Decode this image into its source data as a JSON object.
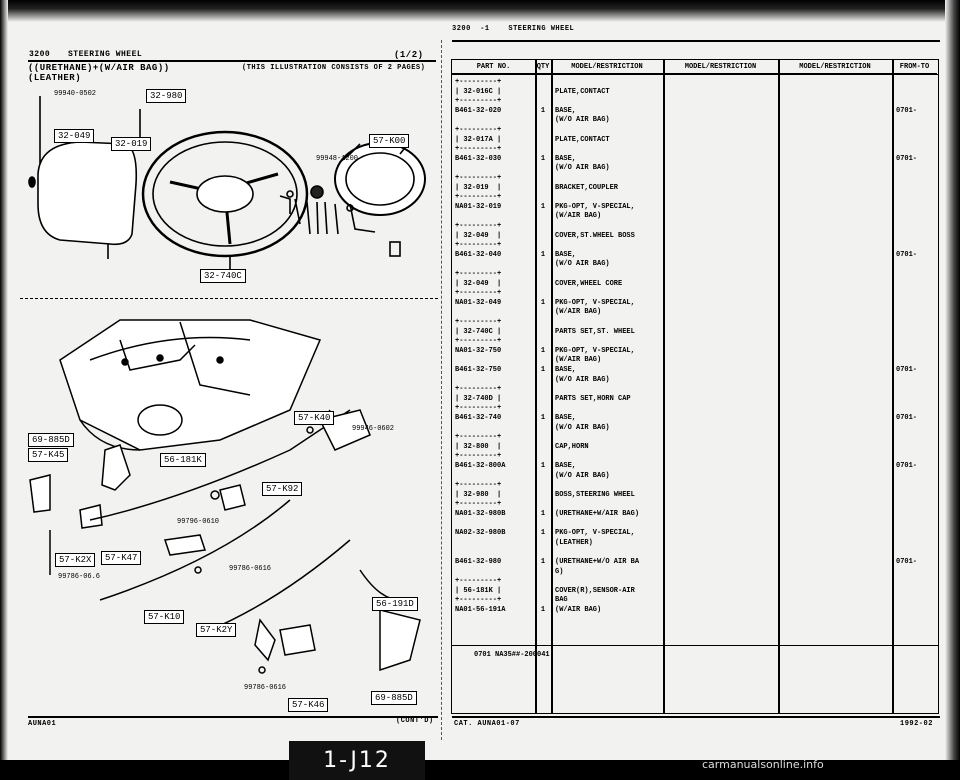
{
  "left_page": {
    "section_code": "3200",
    "section_title": "STEERING WHEEL",
    "page_fraction": "(1/2)",
    "subtitle_line1": "((URETHANE)+(W/AIR BAG))",
    "subtitle_line2": "(LEATHER)",
    "note": "(THIS ILLUSTRATION CONSISTS OF 2 PAGES)",
    "footer_code": "AUNA01",
    "footer_cont": "(CONT'D)"
  },
  "diagram_labels": {
    "ref_32_980": "32-980",
    "ref_32_049": "32-049",
    "ref_32_019": "32-019",
    "ref_57_K00": "57-K00",
    "ref_32_740C": "32-740C",
    "ref_57_K40": "57-K40",
    "ref_69_885D": "69-885D",
    "ref_57_K45": "57-K45",
    "ref_56_181K": "56-181K",
    "ref_57_K92": "57-K92",
    "ref_57_K2X": "57-K2X",
    "ref_57_K47": "57-K47",
    "ref_57_K10": "57-K10",
    "ref_57_K2Y": "57-K2Y",
    "ref_56_191D": "56-191D",
    "ref_57_K46": "57-K46",
    "ref_69_885D_b": "69-885D",
    "pn_99940": "99940-0502",
    "pn_99948": "99948-1200",
    "pn_99946": "99946-0602",
    "pn_99796": "99796-0610",
    "pn_99786_066": "99786-06.6",
    "pn_99786_0616a": "99786-0616",
    "pn_99786_0616b": "99786-0616"
  },
  "right_page": {
    "header": "3200  -1    STEERING WHEEL",
    "columns": {
      "part_no": "PART NO.",
      "qty": "QTY",
      "mr1": "MODEL/RESTRICTION",
      "mr2": "MODEL/RESTRICTION",
      "mr3": "MODEL/RESTRICTION",
      "from_to": "FROM-TO"
    },
    "footnote": "0701 NA35##-200041",
    "footer_cat": "CAT. AUNA01-07",
    "footer_year": "1992-02"
  },
  "rows": [
    {
      "pn": "+---------+",
      "qty": "",
      "desc": "",
      "from": ""
    },
    {
      "pn": "| 32-016C |",
      "qty": "",
      "desc": "PLATE,CONTACT",
      "from": ""
    },
    {
      "pn": "+---------+",
      "qty": "",
      "desc": "",
      "from": ""
    },
    {
      "pn": "B461-32-020",
      "qty": "1",
      "desc": "BASE,",
      "from": "0701-"
    },
    {
      "pn": "",
      "qty": "",
      "desc": "(W/O AIR BAG)",
      "from": ""
    },
    {
      "pn": "+---------+",
      "qty": "",
      "desc": "",
      "from": ""
    },
    {
      "pn": "| 32-017A |",
      "qty": "",
      "desc": "PLATE,CONTACT",
      "from": ""
    },
    {
      "pn": "+---------+",
      "qty": "",
      "desc": "",
      "from": ""
    },
    {
      "pn": "B461-32-030",
      "qty": "1",
      "desc": "BASE,",
      "from": "0701-"
    },
    {
      "pn": "",
      "qty": "",
      "desc": "(W/O AIR BAG)",
      "from": ""
    },
    {
      "pn": "+---------+",
      "qty": "",
      "desc": "",
      "from": ""
    },
    {
      "pn": "| 32-019  |",
      "qty": "",
      "desc": "BRACKET,COUPLER",
      "from": ""
    },
    {
      "pn": "+---------+",
      "qty": "",
      "desc": "",
      "from": ""
    },
    {
      "pn": "NA01-32-019",
      "qty": "1",
      "desc": "PKG-OPT, V-SPECIAL,",
      "from": ""
    },
    {
      "pn": "",
      "qty": "",
      "desc": "(W/AIR BAG)",
      "from": ""
    },
    {
      "pn": "+---------+",
      "qty": "",
      "desc": "",
      "from": ""
    },
    {
      "pn": "| 32-049  |",
      "qty": "",
      "desc": "COVER,ST.WHEEL BOSS",
      "from": ""
    },
    {
      "pn": "+---------+",
      "qty": "",
      "desc": "",
      "from": ""
    },
    {
      "pn": "B461-32-040",
      "qty": "1",
      "desc": "BASE,",
      "from": "0701-"
    },
    {
      "pn": "",
      "qty": "",
      "desc": "(W/O AIR BAG)",
      "from": ""
    },
    {
      "pn": "+---------+",
      "qty": "",
      "desc": "",
      "from": ""
    },
    {
      "pn": "| 32-049  |",
      "qty": "",
      "desc": "COVER,WHEEL CORE",
      "from": ""
    },
    {
      "pn": "+---------+",
      "qty": "",
      "desc": "",
      "from": ""
    },
    {
      "pn": "NA01-32-049",
      "qty": "1",
      "desc": "PKG-OPT, V-SPECIAL,",
      "from": ""
    },
    {
      "pn": "",
      "qty": "",
      "desc": "(W/AIR BAG)",
      "from": ""
    },
    {
      "pn": "+---------+",
      "qty": "",
      "desc": "",
      "from": ""
    },
    {
      "pn": "| 32-740C |",
      "qty": "",
      "desc": "PARTS SET,ST. WHEEL",
      "from": ""
    },
    {
      "pn": "+---------+",
      "qty": "",
      "desc": "",
      "from": ""
    },
    {
      "pn": "NA01-32-750",
      "qty": "1",
      "desc": "PKG-OPT, V-SPECIAL,",
      "from": ""
    },
    {
      "pn": "",
      "qty": "",
      "desc": "(W/AIR BAG)",
      "from": ""
    },
    {
      "pn": "B461-32-750",
      "qty": "1",
      "desc": "BASE,",
      "from": "0701-"
    },
    {
      "pn": "",
      "qty": "",
      "desc": "(W/O AIR BAG)",
      "from": ""
    },
    {
      "pn": "+---------+",
      "qty": "",
      "desc": "",
      "from": ""
    },
    {
      "pn": "| 32-740D |",
      "qty": "",
      "desc": "PARTS SET,HORN CAP",
      "from": ""
    },
    {
      "pn": "+---------+",
      "qty": "",
      "desc": "",
      "from": ""
    },
    {
      "pn": "B461-32-740",
      "qty": "1",
      "desc": "BASE,",
      "from": "0701-"
    },
    {
      "pn": "",
      "qty": "",
      "desc": "(W/O AIR BAG)",
      "from": ""
    },
    {
      "pn": "+---------+",
      "qty": "",
      "desc": "",
      "from": ""
    },
    {
      "pn": "| 32-800  |",
      "qty": "",
      "desc": "CAP,HORN",
      "from": ""
    },
    {
      "pn": "+---------+",
      "qty": "",
      "desc": "",
      "from": ""
    },
    {
      "pn": "B461-32-800A",
      "qty": "1",
      "desc": "BASE,",
      "from": "0701-"
    },
    {
      "pn": "",
      "qty": "",
      "desc": "(W/O AIR BAG)",
      "from": ""
    },
    {
      "pn": "+---------+",
      "qty": "",
      "desc": "",
      "from": ""
    },
    {
      "pn": "| 32-980  |",
      "qty": "",
      "desc": "BOSS,STEERING WHEEL",
      "from": ""
    },
    {
      "pn": "+---------+",
      "qty": "",
      "desc": "",
      "from": ""
    },
    {
      "pn": "NA01-32-980B",
      "qty": "1",
      "desc": "(URETHANE+W/AIR BAG)",
      "from": ""
    },
    {
      "pn": "",
      "qty": "",
      "desc": "",
      "from": ""
    },
    {
      "pn": "NA02-32-980B",
      "qty": "1",
      "desc": "PKG-OPT, V-SPECIAL,",
      "from": ""
    },
    {
      "pn": "",
      "qty": "",
      "desc": "(LEATHER)",
      "from": ""
    },
    {
      "pn": "",
      "qty": "",
      "desc": "",
      "from": ""
    },
    {
      "pn": "B461-32-980",
      "qty": "1",
      "desc": "(URETHANE+W/O AIR BA",
      "from": "0701-"
    },
    {
      "pn": "",
      "qty": "",
      "desc": "G)",
      "from": ""
    },
    {
      "pn": "+---------+",
      "qty": "",
      "desc": "",
      "from": ""
    },
    {
      "pn": "| 56-181K |",
      "qty": "",
      "desc": "COVER(R),SENSOR-AIR",
      "from": ""
    },
    {
      "pn": "+---------+",
      "qty": "",
      "desc": "BAG",
      "from": ""
    },
    {
      "pn": "NA01-56-191A",
      "qty": "1",
      "desc": "(W/AIR BAG)",
      "from": ""
    }
  ],
  "page_tab": "1-J12",
  "watermark": "carmanualsonline.info"
}
